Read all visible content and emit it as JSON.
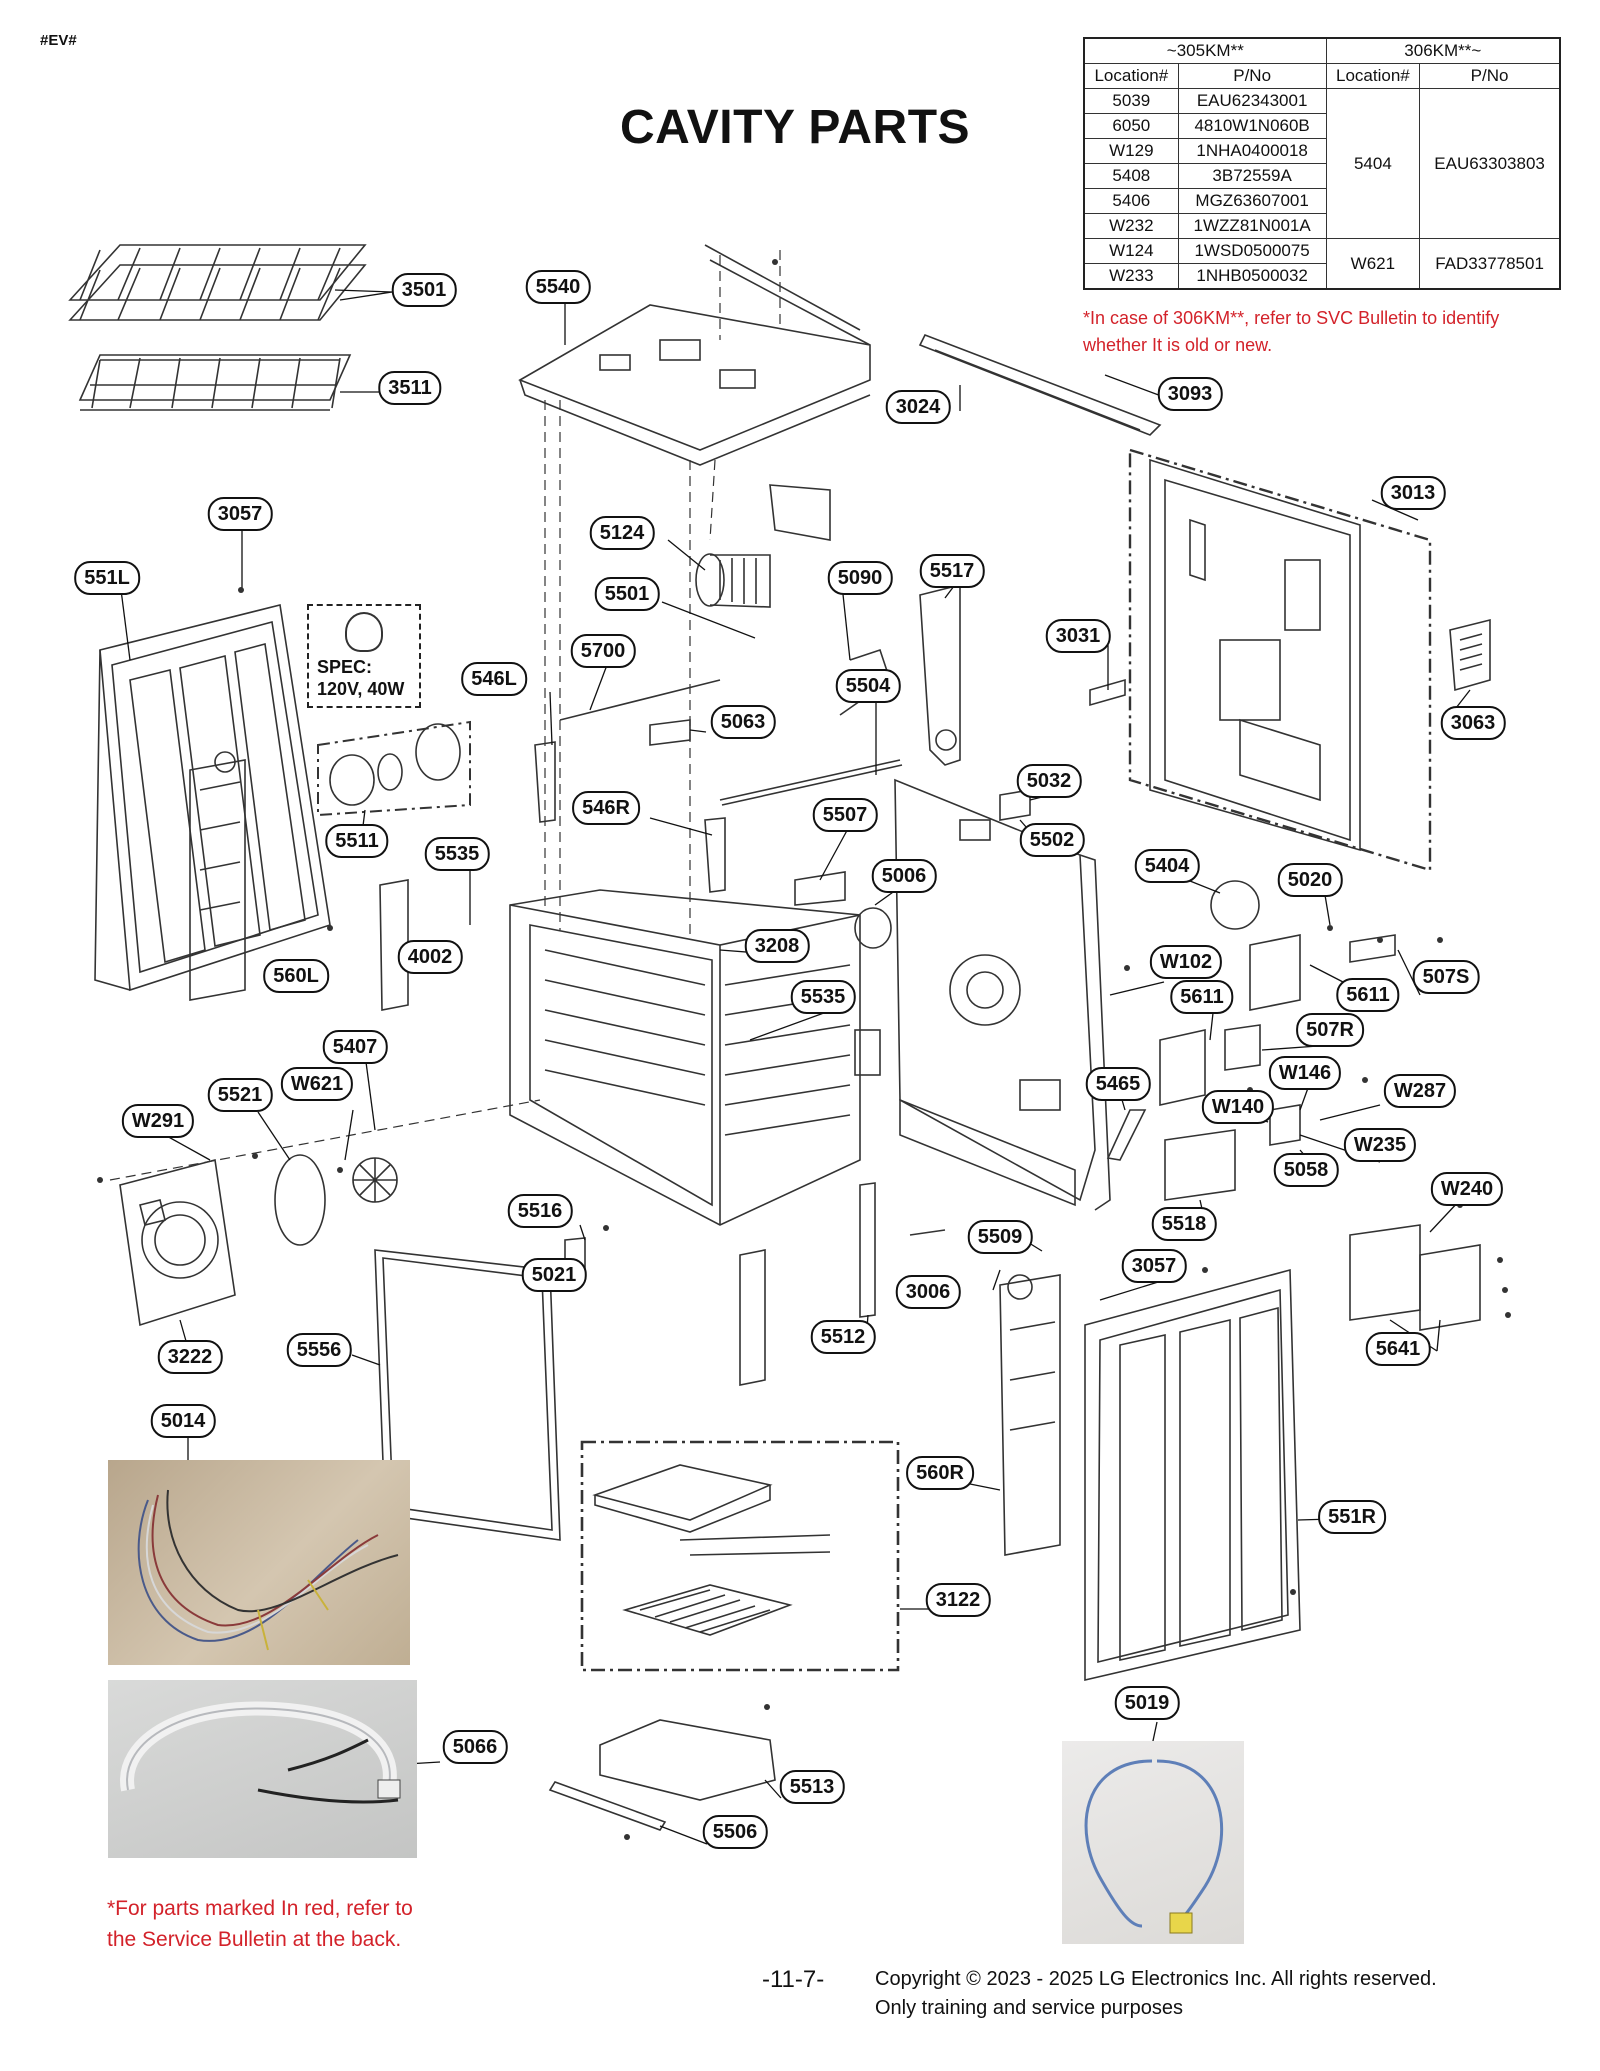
{
  "doc_tag": "#EV#",
  "title": "CAVITY PARTS",
  "table": {
    "group_left": "~305KM**",
    "group_right": "306KM**~",
    "col_location": "Location#",
    "col_pno": "P/No",
    "rows": [
      {
        "loc": "5039",
        "pno": "EAU62343001"
      },
      {
        "loc": "6050",
        "pno": "4810W1N060B"
      },
      {
        "loc": "W129",
        "pno": "1NHA0400018"
      },
      {
        "loc": "5408",
        "pno": "3B72559A"
      },
      {
        "loc": "5406",
        "pno": "MGZ63607001"
      },
      {
        "loc": "W232",
        "pno": "1WZZ81N001A"
      },
      {
        "loc": "W124",
        "pno": "1WSD0500075"
      },
      {
        "loc": "W233",
        "pno": "1NHB0500032"
      }
    ],
    "right_rows": [
      {
        "loc": "5404",
        "pno": "EAU63303803"
      },
      {
        "loc": "W621",
        "pno": "FAD33778501"
      }
    ]
  },
  "bulletin_note": {
    "line1": "*In case of 306KM**, refer to SVC Bulletin to identify",
    "line2": "whether It is old or new."
  },
  "spec": {
    "line1": "SPEC:",
    "line2": "120V, 40W"
  },
  "callouts": {
    "c3501": "3501",
    "c3511": "3511",
    "c5540": "5540",
    "c3024": "3024",
    "c3093": "3093",
    "c3013": "3013",
    "c3057a": "3057",
    "c551L": "551L",
    "c5124": "5124",
    "c5090": "5090",
    "c5517": "5517",
    "c5501": "5501",
    "c3031": "3031",
    "c5700": "5700",
    "c546L": "546L",
    "c5063": "5063",
    "c5504": "5504",
    "c3063": "3063",
    "c5032": "5032",
    "c546R": "546R",
    "c5511": "5511",
    "c5507": "5507",
    "c5502": "5502",
    "c5535a": "5535",
    "c5404": "5404",
    "c5006": "5006",
    "c5020": "5020",
    "c4002": "4002",
    "c3208": "3208",
    "c560L": "560L",
    "cW102": "W102",
    "c5611a": "5611",
    "c5611b": "5611",
    "c507S": "507S",
    "c5535b": "5535",
    "c507R": "507R",
    "c5407": "5407",
    "cW146": "W146",
    "c5465": "5465",
    "cW621": "W621",
    "c5521": "5521",
    "cW287": "W287",
    "cW140": "W140",
    "cW291": "W291",
    "cW235": "W235",
    "c5058": "5058",
    "cW240": "W240",
    "c5516": "5516",
    "c5518": "5518",
    "c5509": "5509",
    "c5021": "5021",
    "c3057b": "3057",
    "c3006": "3006",
    "c5641": "5641",
    "c5512": "5512",
    "c3222": "3222",
    "c5556": "5556",
    "c5014": "5014",
    "c560R": "560R",
    "c551R": "551R",
    "c3122": "3122",
    "c5019": "5019",
    "c5066": "5066",
    "c5513": "5513",
    "c5506": "5506"
  },
  "footer_note": {
    "line1": "*For parts marked In red, refer to",
    "line2": "the Service Bulletin at the back."
  },
  "page_number": "-11-7-",
  "copyright": {
    "line1": "Copyright © 2023 - 2025 LG Electronics Inc. All rights reserved.",
    "line2": "Only training and service purposes"
  },
  "colors": {
    "note_red": "#d3222a",
    "line": "#222222",
    "photo_bg": "#c9b9a2",
    "photo2_bg": "#cfd0cf",
    "photo3_bg": "#e6e4e2"
  }
}
